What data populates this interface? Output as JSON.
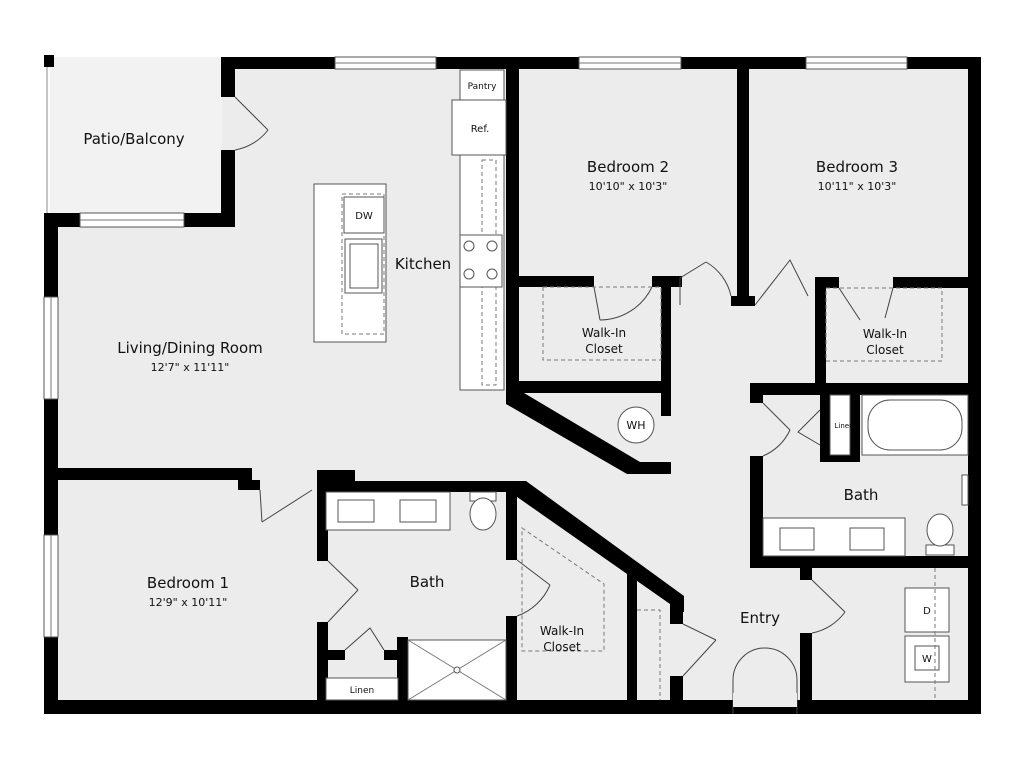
{
  "rooms": {
    "patio": {
      "name": "Patio/Balcony"
    },
    "living": {
      "name": "Living/Dining Room",
      "dims": "12'7\" x 11'11\""
    },
    "kitchen": {
      "name": "Kitchen"
    },
    "bedroom1": {
      "name": "Bedroom 1",
      "dims": "12'9\" x 10'11\""
    },
    "bedroom2": {
      "name": "Bedroom 2",
      "dims": "10'10\" x 10'3\""
    },
    "bedroom3": {
      "name": "Bedroom 3",
      "dims": "10'11\" x 10'3\""
    },
    "bath_main": {
      "name": "Bath"
    },
    "bath_hall": {
      "name": "Bath"
    },
    "entry": {
      "name": "Entry"
    }
  },
  "closets": {
    "walkin_bed2": {
      "line1": "Walk-In",
      "line2": "Closet"
    },
    "walkin_bed3": {
      "line1": "Walk-In",
      "line2": "Closet"
    },
    "walkin_bath": {
      "line1": "Walk-In",
      "line2": "Closet"
    }
  },
  "fixtures": {
    "pantry": "Pantry",
    "refrigerator": "Ref.",
    "dishwasher": "DW",
    "water_heater": "WH",
    "linen_hall": "Linen",
    "linen_bath": "Linen",
    "dryer": "D",
    "washer": "W"
  }
}
